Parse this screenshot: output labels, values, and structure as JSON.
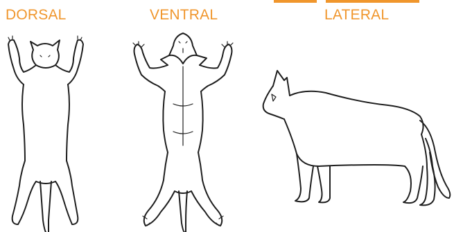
{
  "colors": {
    "accent": "#f0962c",
    "outline": "#1e1e1e",
    "background": "#ffffff"
  },
  "views": [
    {
      "label": "DORSAL"
    },
    {
      "label": "VENTRAL"
    },
    {
      "label": "LATERAL"
    }
  ]
}
